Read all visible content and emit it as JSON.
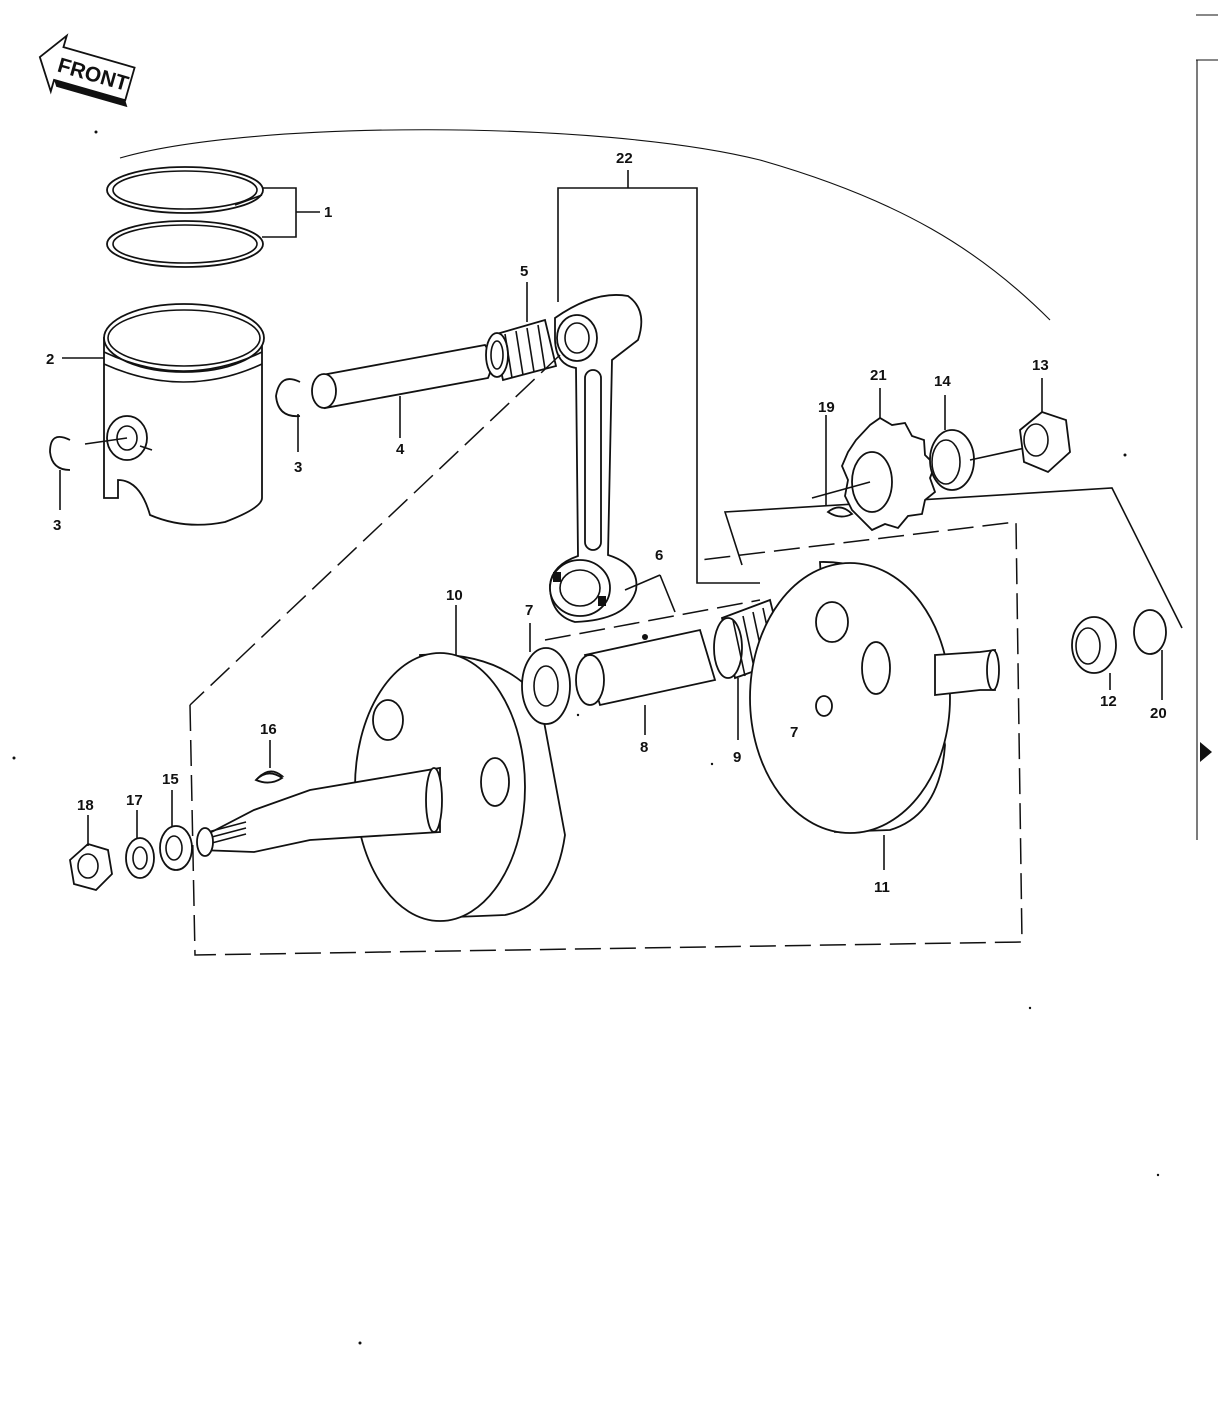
{
  "front_arrow": {
    "text": "FRONT"
  },
  "parts": [
    {
      "ref": "1",
      "name": "piston-ring-set"
    },
    {
      "ref": "2",
      "name": "piston"
    },
    {
      "ref": "3",
      "name": "circlip"
    },
    {
      "ref": "4",
      "name": "piston-pin"
    },
    {
      "ref": "5",
      "name": "small-end-needle-bearing"
    },
    {
      "ref": "6",
      "name": "connecting-rod"
    },
    {
      "ref": "7",
      "name": "thrust-washer"
    },
    {
      "ref": "8",
      "name": "crankpin"
    },
    {
      "ref": "9",
      "name": "big-end-needle-bearing"
    },
    {
      "ref": "10",
      "name": "left-flywheel"
    },
    {
      "ref": "11",
      "name": "right-flywheel"
    },
    {
      "ref": "12",
      "name": "oil-seal"
    },
    {
      "ref": "13",
      "name": "nut"
    },
    {
      "ref": "14",
      "name": "washer"
    },
    {
      "ref": "15",
      "name": "washer"
    },
    {
      "ref": "16",
      "name": "woodruff-key"
    },
    {
      "ref": "17",
      "name": "lock-washer"
    },
    {
      "ref": "18",
      "name": "nut"
    },
    {
      "ref": "19",
      "name": "woodruff-key"
    },
    {
      "ref": "20",
      "name": "circlip"
    },
    {
      "ref": "21",
      "name": "drive-gear"
    },
    {
      "ref": "22",
      "name": "crankshaft-assembly"
    }
  ],
  "labels": {
    "l1": "1",
    "l2": "2",
    "l3a": "3",
    "l3b": "3",
    "l4": "4",
    "l5": "5",
    "l6": "6",
    "l7a": "7",
    "l7b": "7",
    "l8": "8",
    "l9": "9",
    "l10": "10",
    "l11": "11",
    "l12": "12",
    "l13": "13",
    "l14": "14",
    "l15": "15",
    "l16": "16",
    "l17": "17",
    "l18": "18",
    "l19": "19",
    "l20": "20",
    "l21": "21",
    "l22": "22"
  }
}
